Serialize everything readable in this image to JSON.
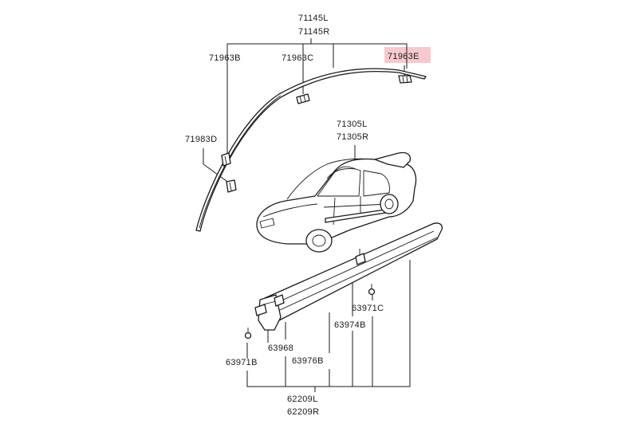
{
  "labels": {
    "roof_molding_l": "71145L",
    "roof_molding_r": "71145R",
    "clip_b": "71963B",
    "clip_c": "71963C",
    "clip_e": "71963E",
    "clip_d": "71983D",
    "door_molding_l": "71305L",
    "door_molding_r": "71305R",
    "clip_63971c": "63971C",
    "clip_63974b": "63974B",
    "part_63968": "63968",
    "clip_63976b": "63976B",
    "clip_63971b": "63971B",
    "side_garnish_l": "62209L",
    "side_garnish_r": "62209R"
  },
  "highlight_color": "#f7c9cf",
  "highlighted_part": "71963E"
}
